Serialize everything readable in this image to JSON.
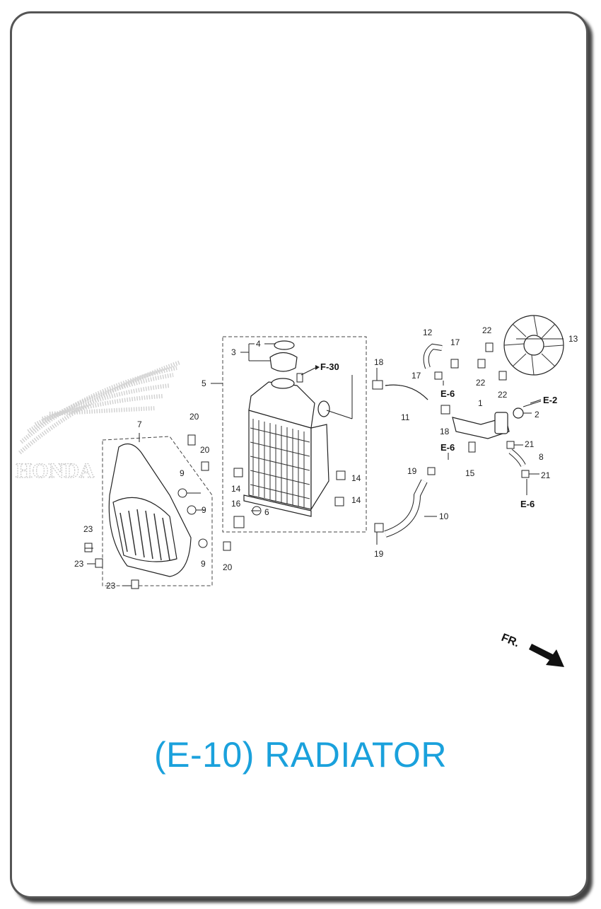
{
  "title": "(E-10) RADIATOR",
  "watermark": "HONDA",
  "front_marker": "FR.",
  "references": [
    "F-30",
    "E-6",
    "E-6",
    "E-2",
    "E-6"
  ],
  "callouts": [
    "1",
    "2",
    "3",
    "4",
    "5",
    "6",
    "7",
    "8",
    "9",
    "9",
    "9",
    "10",
    "11",
    "12",
    "13",
    "14",
    "14",
    "14",
    "15",
    "16",
    "17",
    "17",
    "18",
    "18",
    "19",
    "19",
    "20",
    "20",
    "20",
    "21",
    "21",
    "22",
    "22",
    "22",
    "23",
    "23",
    "23"
  ],
  "colors": {
    "title": "#1aa1dc",
    "frame": "#555555",
    "watermark": "#cfcfcf"
  }
}
